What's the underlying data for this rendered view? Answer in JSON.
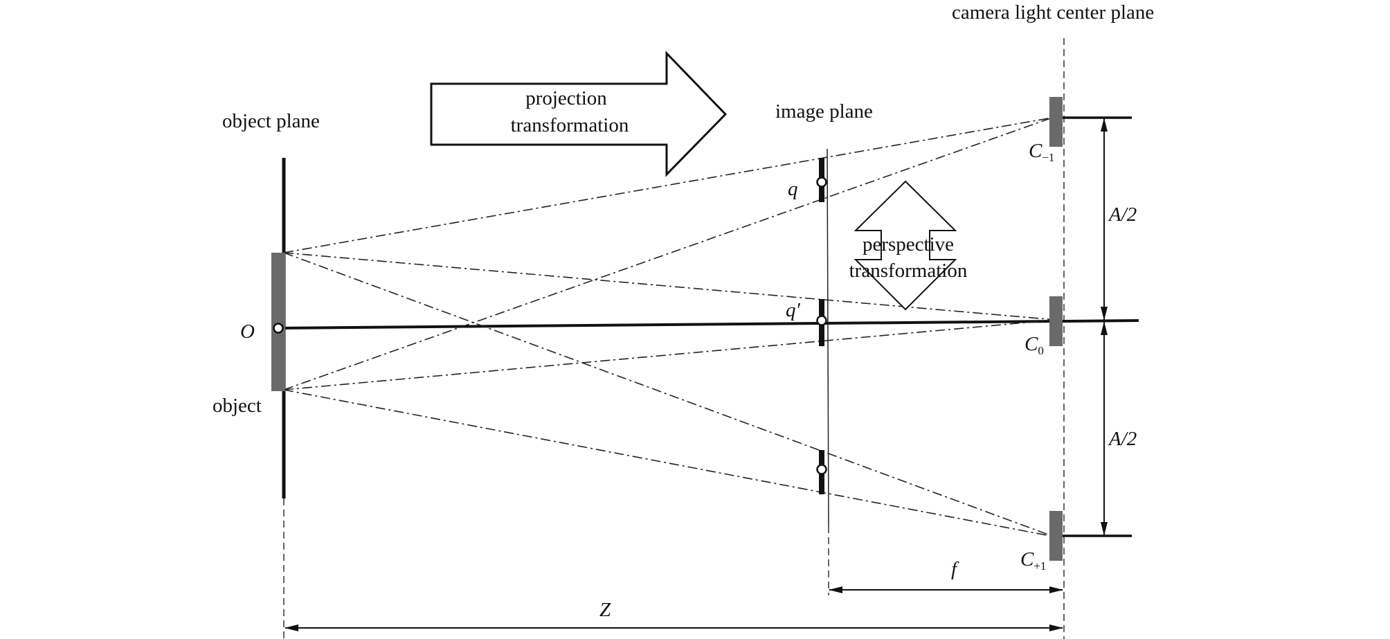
{
  "labels": {
    "camera_plane": "camera light center plane",
    "object_plane": "object plane",
    "image_plane": "image plane",
    "projection_line1": "projection",
    "projection_line2": "transformation",
    "perspective_line1": "perspective",
    "perspective_line2": "transformation",
    "origin": "O",
    "object": "object",
    "q": "q",
    "q_prime": "q′",
    "cam_minus_main": "C",
    "cam_minus_sub": "−1",
    "cam_zero_main": "C",
    "cam_zero_sub": "0",
    "cam_plus_main": "C",
    "cam_plus_sub": "+1",
    "half_baseline_top": "A/2",
    "half_baseline_bottom": "A/2",
    "focal_length": "f",
    "distance": "Z"
  },
  "colors": {
    "line": "#111111",
    "camera_block": "#6a6a6a",
    "guide": "#666666"
  }
}
